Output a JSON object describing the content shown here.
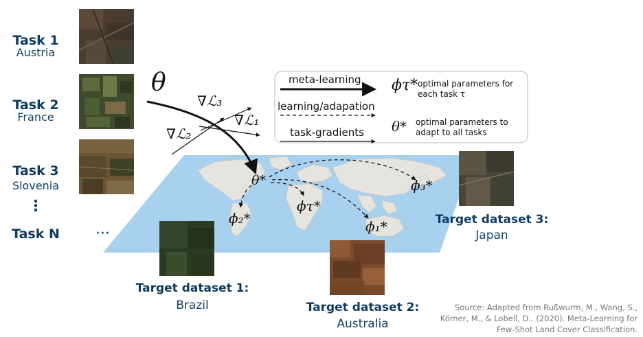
{
  "tasks": [
    {
      "title": "Task 1",
      "sub": "Austria"
    },
    {
      "title": "Task 2",
      "sub": "France"
    },
    {
      "title": "Task 3",
      "sub": "Slovenia"
    },
    {
      "title": "⋮",
      "sub": ""
    },
    {
      "title": "Task N",
      "sub": ""
    }
  ],
  "ellipsis": "···",
  "symbols": {
    "theta": "θ",
    "grad1": "∇ℒ₁",
    "grad2": "∇ℒ₂",
    "grad3": "∇ℒ₃",
    "theta_star": "θ*",
    "phi1": "ϕ₁*",
    "phi2": "ϕ₂*",
    "phi3": "ϕ₃*",
    "phi_tau": "ϕτ*"
  },
  "legend": {
    "meta_learning": "meta-learning",
    "learning_adaptation": "learning/adapation",
    "task_gradients": "task-gradients",
    "phi_symbol": "ϕτ*",
    "phi_desc_1": "optimal parameters for",
    "phi_desc_2": "each task τ",
    "theta_symbol": "θ*",
    "theta_desc_1": "optimal parameters to",
    "theta_desc_2": "adapt to all tasks"
  },
  "targets": [
    {
      "title": "Target dataset 1:",
      "sub": "Brazil"
    },
    {
      "title": "Target dataset 2:",
      "sub": "Australia"
    },
    {
      "title": "Target dataset 3:",
      "sub": "Japan"
    }
  ],
  "source": [
    "Source: Adapted from Rußwurm, M., Wang, S.,",
    "Körner, M., & Lobell, D.. (2020). Meta-Learning for",
    "Few-Shot Land Cover Classification."
  ],
  "colors": {
    "heading": "#0f3a5f",
    "ocean": "#a8d0ef",
    "land": "#e6e4de"
  }
}
